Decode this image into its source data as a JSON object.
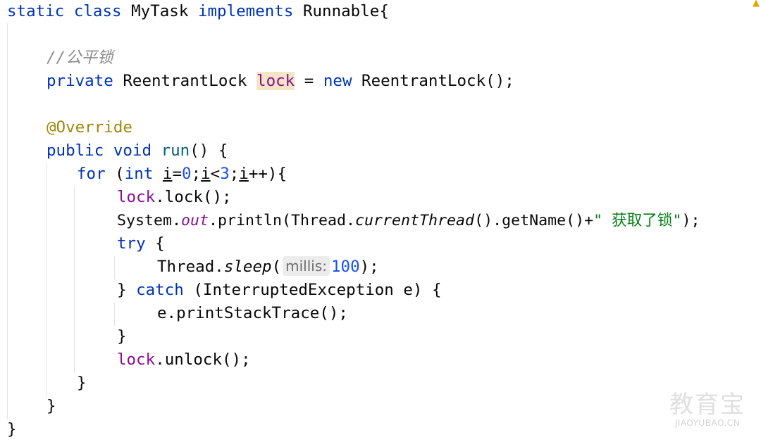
{
  "editor": {
    "lines": {
      "l1": {
        "k1": "static",
        "k2": "class",
        "name": "MyTask",
        "k3": "implements",
        "iface": "Runnable",
        "brace": "{"
      },
      "l3": {
        "comment": "//公平锁"
      },
      "l4": {
        "k1": "private",
        "type": "ReentrantLock",
        "field": "lock",
        "eq": " = ",
        "k2": "new",
        "ctor": "ReentrantLock();"
      },
      "l6": {
        "annotation": "@Override"
      },
      "l7": {
        "k1": "public",
        "k2": "void",
        "method": "run",
        "rest": "() {"
      },
      "l8": {
        "k1": "for",
        "p1": " (",
        "k2": "int",
        "sp": " ",
        "v1": "i",
        "p2": "=",
        "n1": "0",
        "p3": ";",
        "v2": "i",
        "p4": "<",
        "n2": "3",
        "p5": ";",
        "v3": "i",
        "p6": "++){"
      },
      "l9": {
        "field": "lock",
        "rest": ".lock();"
      },
      "l10": {
        "cls": "System.",
        "field": "out",
        "mid": ".println(Thread.",
        "call": "currentThread",
        "rest": "().getName()+",
        "str": "\" 获取了锁\"",
        "end": ");"
      },
      "l11": {
        "k1": "try",
        "rest": " {"
      },
      "l12": {
        "cls": "Thread.",
        "call": "sleep",
        "open": "(",
        "hint_label": "millis:",
        "hint_value": "100",
        "end": ");"
      },
      "l13": {
        "p1": "} ",
        "k1": "catch",
        "rest": " (InterruptedException e) {"
      },
      "l14": {
        "text": "e.printStackTrace();"
      },
      "l15": {
        "text": "}"
      },
      "l16": {
        "field": "lock",
        "rest": ".unlock();"
      },
      "l17": {
        "text": "}"
      },
      "l18": {
        "text": "}"
      },
      "l19": {
        "text": "}"
      }
    },
    "warning_icon": "warning-icon",
    "colors": {
      "keyword": "#0033b3",
      "field": "#871094",
      "comment": "#8c8c8c",
      "annotation": "#9e880d",
      "number": "#1750eb",
      "string": "#067d17",
      "highlight": "#f4e6c4"
    }
  },
  "watermark": {
    "title": "教育宝",
    "subtitle": "JIAOYUBAO.CN"
  }
}
